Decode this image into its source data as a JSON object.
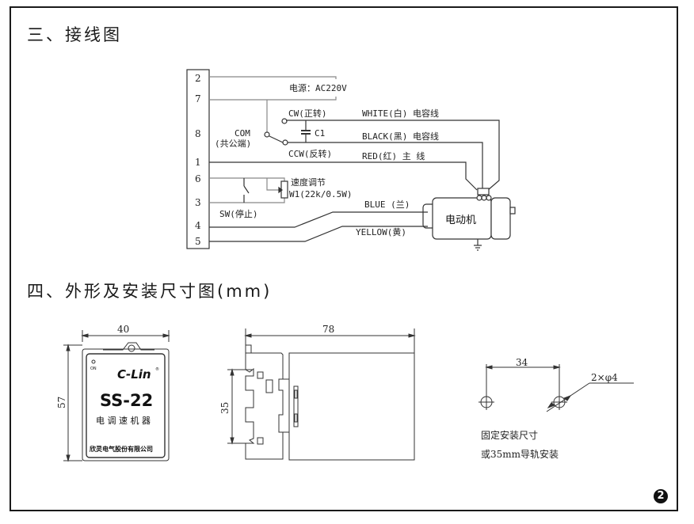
{
  "sections": {
    "wiring_title": "三、接线图",
    "dimension_title": "四、外形及安装尺寸图(mm)"
  },
  "wiring": {
    "terminals": [
      "2",
      "7",
      "8",
      "1",
      "6",
      "3",
      "4",
      "5"
    ],
    "power_label": "电源：AC220V",
    "cw_label": "CW(正转)",
    "ccw_label": "CCW(反转)",
    "com_label": "COM",
    "com_sub_label": "(共公端)",
    "capacitor_label": "C1",
    "white_wire": "WHITE(白) 电容线",
    "black_wire": "BLACK(黑) 电容线",
    "red_wire": "RED(红)   主  线",
    "speed_label": "速度调节",
    "pot_label": "W1(22k/0.5W)",
    "switch_label": "SW(停止)",
    "blue_wire": "BLUE (兰)",
    "yellow_wire": "YELLOW(黄)",
    "motor_label": "电动机"
  },
  "front_view": {
    "width_dim": "40",
    "height_dim": "57",
    "on_label": "ON",
    "brand": "C-Lin",
    "registered": "®",
    "model": "SS-22",
    "product_name": "电 调 速 机 器",
    "company": "欣灵电气股份有限公司"
  },
  "side_view": {
    "length_dim": "78",
    "rail_dim": "35"
  },
  "mounting": {
    "spacing_dim": "34",
    "hole_label": "2×φ4",
    "note_line1": "固定安装尺寸",
    "note_line2": "或35mm导轨安装"
  },
  "page_number": "2"
}
